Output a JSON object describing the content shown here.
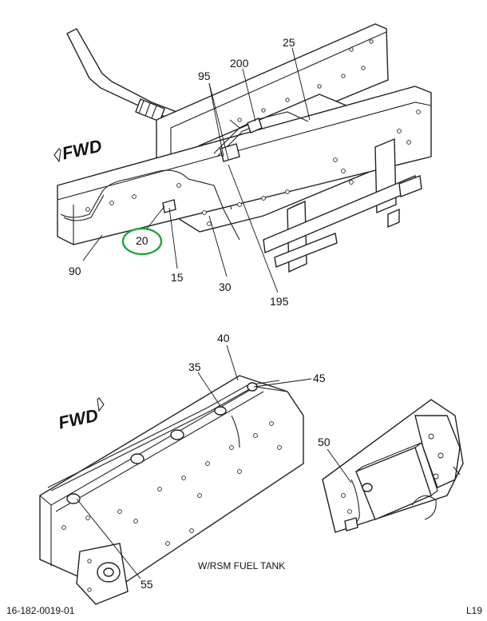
{
  "upper_view": {
    "fwd_label": "FWD",
    "callouts": {
      "c25": "25",
      "c200": "200",
      "c95": "95",
      "c20": "20",
      "c90": "90",
      "c15": "15",
      "c30": "30",
      "c195": "195"
    },
    "highlight_color": "#22a33a"
  },
  "lower_view": {
    "fwd_label": "FWD",
    "callouts": {
      "c40": "40",
      "c35": "35",
      "c45": "45",
      "c50": "50",
      "c55": "55"
    },
    "caption": "W/RSM FUEL TANK"
  },
  "footer": {
    "drawing_number": "16-182-0019-01",
    "sheet": "L19"
  }
}
